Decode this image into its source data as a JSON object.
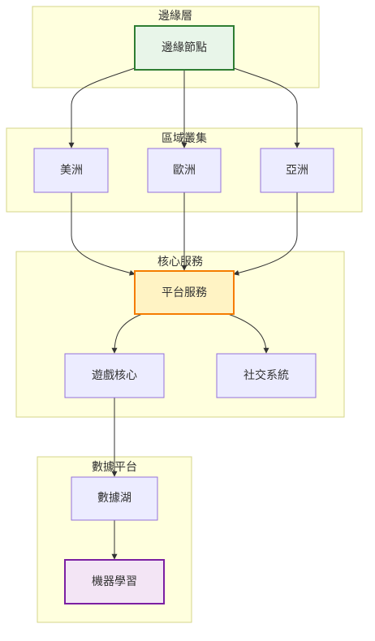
{
  "clusters": {
    "edge_layer": "邊緣層",
    "regional": "區域叢集",
    "core": "核心服務",
    "data": "數據平台"
  },
  "nodes": {
    "edge_node": "邊緣節點",
    "americas": "美洲",
    "europe": "歐洲",
    "asia": "亞洲",
    "platform": "平台服務",
    "game_core": "遊戲核心",
    "social": "社交系統",
    "data_lake": "數據湖",
    "ml": "機器學習"
  },
  "styles": {
    "edge_node_fill": "#e8f5e9",
    "edge_node_stroke": "#2e7d32",
    "platform_fill": "#fff3c4",
    "platform_stroke": "#f57c00",
    "ml_fill": "#f3e5f5",
    "ml_stroke": "#7b1fa2"
  }
}
